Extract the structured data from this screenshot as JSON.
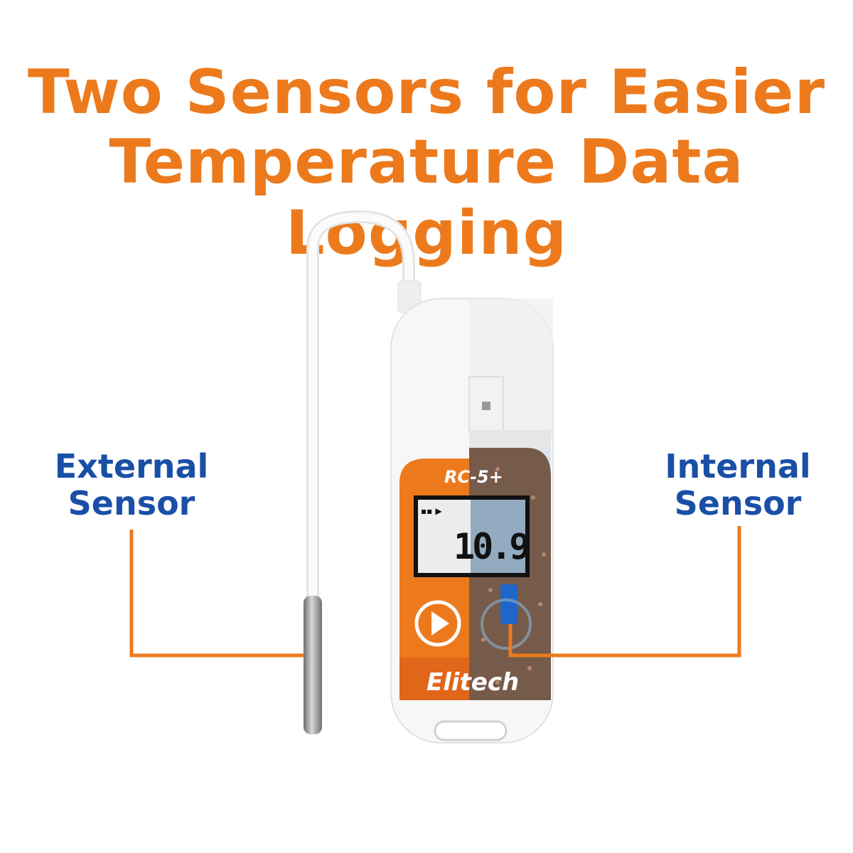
{
  "title": {
    "line1": "Two Sensors for Easier",
    "line2": "Temperature Data Logging"
  },
  "labels": {
    "external": {
      "line1": "External",
      "line2": "Sensor"
    },
    "internal": {
      "line1": "Internal",
      "line2": "Sensor"
    }
  },
  "device": {
    "model": "RC-5+",
    "brand": "Elitech",
    "display_value": "10.9",
    "button_icon": "play-icon"
  },
  "colors": {
    "title": "#ec7a1c",
    "labels": "#1a4fa6",
    "leader_lines": "#ec7a1c",
    "device_face": "#ec7a1c"
  }
}
